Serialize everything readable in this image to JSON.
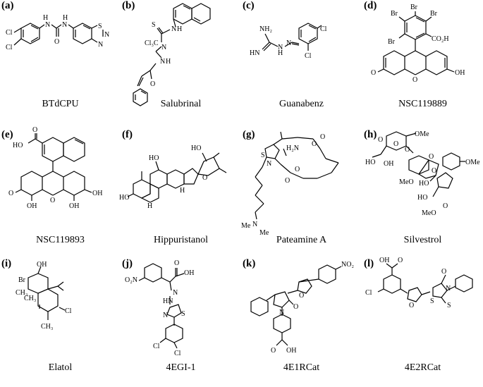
{
  "figure": {
    "panels": [
      {
        "letter": "(a)",
        "name": "BTdCPU",
        "atoms": [
          "Cl",
          "Cl",
          "H",
          "N",
          "N",
          "H",
          "O",
          "S",
          "N",
          "N"
        ]
      },
      {
        "letter": "(b)",
        "name": "Salubrinal",
        "atoms": [
          "S",
          "N",
          "H",
          "N",
          "Cl₃C",
          "N",
          "H",
          "O"
        ]
      },
      {
        "letter": "(c)",
        "name": "Guanabenz",
        "atoms": [
          "NH₂",
          "Cl",
          "HN",
          "N",
          "H",
          "N",
          "Cl"
        ]
      },
      {
        "letter": "(d)",
        "name": "NSC119889",
        "atoms": [
          "Br",
          "Br",
          "Br",
          "Br",
          "CO₂H",
          "O",
          "O",
          "OH"
        ]
      },
      {
        "letter": "(e)",
        "name": "NSC119893",
        "atoms": [
          "HO",
          "O",
          "O",
          "O",
          "OH",
          "OH",
          "OH"
        ]
      },
      {
        "letter": "(f)",
        "name": "Hippuristanol",
        "atoms": [
          "HO",
          "HO",
          "O",
          "HO",
          "H",
          "H"
        ]
      },
      {
        "letter": "(g)",
        "name": "Pateamine A",
        "atoms": [
          "S",
          "N",
          "H₂N",
          "O",
          "O",
          "O",
          "O",
          "N",
          "Me",
          "Me"
        ]
      },
      {
        "letter": "(h)",
        "name": "Silvestrol",
        "atoms": [
          "O",
          "OMe",
          "O",
          "O",
          "O",
          "HO",
          "OH",
          "O",
          "OMe",
          "MeO",
          "HO",
          "HO",
          "MeO",
          "O"
        ]
      },
      {
        "letter": "(i)",
        "name": "Elatol",
        "atoms": [
          "OH",
          "Br",
          "CH₃",
          "CH₃",
          "Cl",
          "CH₃"
        ]
      },
      {
        "letter": "(j)",
        "name": "4EGI-1",
        "atoms": [
          "O",
          "OH",
          "O₂N",
          "N",
          "HN",
          "N",
          "S",
          "Cl",
          "Cl"
        ]
      },
      {
        "letter": "(k)",
        "name": "4E1RCat",
        "atoms": [
          "NO₂",
          "O",
          "O",
          "N",
          "OH",
          "O"
        ]
      },
      {
        "letter": "(l)",
        "name": "4E2RCat",
        "atoms": [
          "OH",
          "O",
          "Cl",
          "O",
          "O",
          "N",
          "S",
          "S"
        ]
      }
    ]
  }
}
